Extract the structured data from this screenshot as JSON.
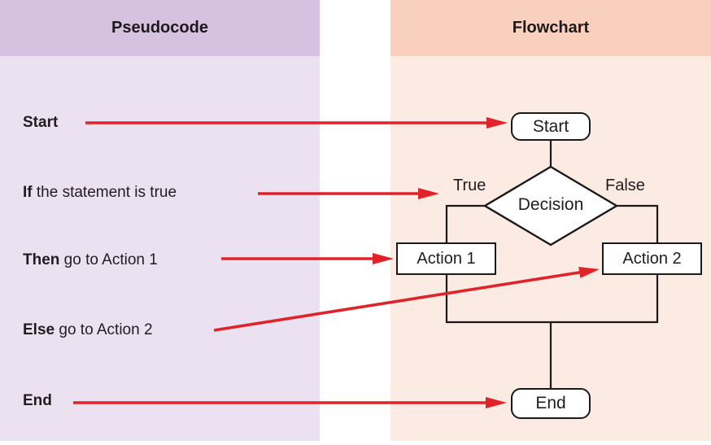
{
  "headers": {
    "pseudocode": "Pseudocode",
    "flowchart": "Flowchart"
  },
  "pseudocode": {
    "lines": [
      {
        "keyword": "Start",
        "rest": ""
      },
      {
        "keyword": "If",
        "rest": " the statement is true"
      },
      {
        "keyword": "Then",
        "rest": " go to Action 1"
      },
      {
        "keyword": "Else",
        "rest": " go to Action 2"
      },
      {
        "keyword": "End",
        "rest": ""
      }
    ]
  },
  "flowchart": {
    "nodes": {
      "start": "Start",
      "decision": "Decision",
      "action1": "Action 1",
      "action2": "Action 2",
      "end": "End"
    },
    "branch_labels": {
      "true": "True",
      "false": "False"
    }
  },
  "colors": {
    "arrow_red": "#e02229",
    "connector_black": "#1a1a1a",
    "pseudocode_header_bg": "#d7c1e1",
    "pseudocode_body_bg": "#ece1f1",
    "flowchart_header_bg": "#f8d0bd",
    "flowchart_body_bg": "#fcebe3",
    "node_fill": "#ffffff"
  }
}
